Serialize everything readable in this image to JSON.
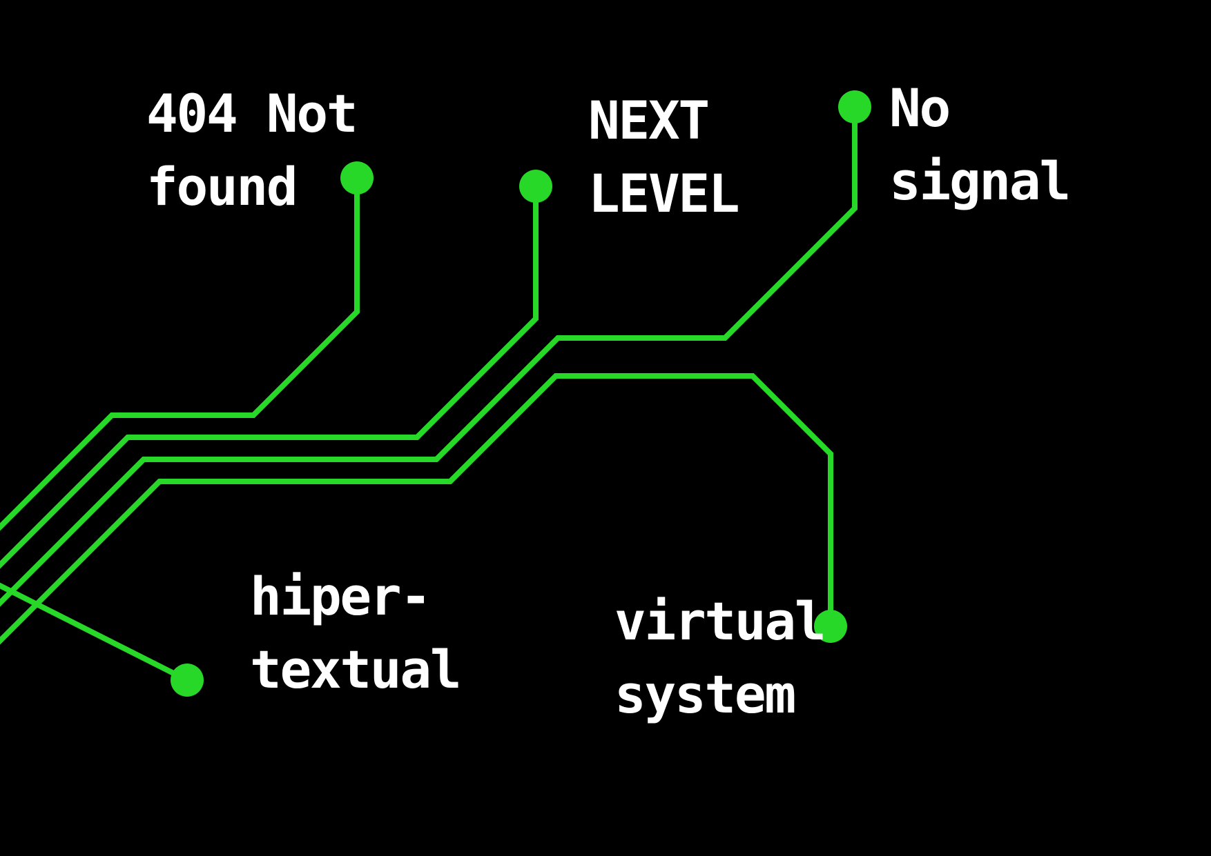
{
  "canvas": {
    "background": "#000000"
  },
  "colors": {
    "trace": "#28d828",
    "node": "#28d828",
    "text": "#ffffff"
  },
  "labels": {
    "not_found": {
      "line1": "404 Not",
      "line2": "found"
    },
    "next_level": {
      "line1": "NEXT",
      "line2": "LEVEL"
    },
    "no_signal": {
      "line1": "No",
      "line2": "signal"
    },
    "hipertextual": {
      "line1": "hiper-",
      "line2": "textual"
    },
    "virtual_system": {
      "line1": "virtual",
      "line2": "system"
    }
  }
}
